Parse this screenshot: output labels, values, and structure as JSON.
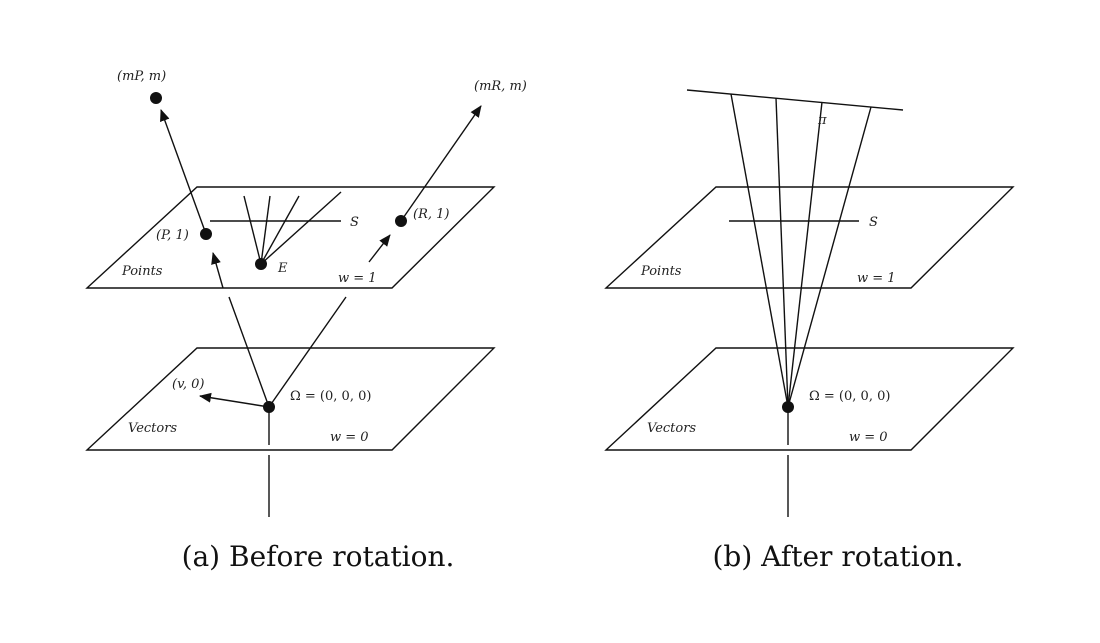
{
  "panel_a": {
    "caption": "(a) Before rotation.",
    "labels": {
      "mP": "(mP, m)",
      "mR": "(mR, m)",
      "P1": "(P, 1)",
      "R1": "(R, 1)",
      "S": "S",
      "E": "E",
      "points": "Points",
      "w1": "w = 1",
      "v0": "(v, 0)",
      "omega": "Ω = (0, 0, 0)",
      "vectors": "Vectors",
      "w0": "w = 0"
    }
  },
  "panel_b": {
    "caption": "(b) After rotation.",
    "labels": {
      "pi": "π",
      "S": "S",
      "points": "Points",
      "w1": "w = 1",
      "omega": "Ω = (0, 0, 0)",
      "vectors": "Vectors",
      "w0": "w = 0"
    }
  }
}
